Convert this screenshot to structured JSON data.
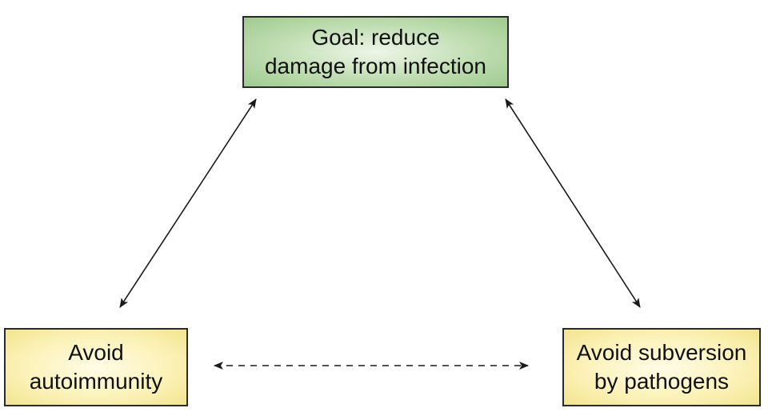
{
  "diagram": {
    "nodes": {
      "goal": {
        "line1": "Goal: reduce",
        "line2": "damage from infection",
        "fill": "#bfddb1"
      },
      "autoimmunity": {
        "line1": "Avoid",
        "line2": "autoimmunity",
        "fill": "#fbf1b6"
      },
      "subversion": {
        "line1": "Avoid subversion",
        "line2": "by pathogens",
        "fill": "#fbf1b6"
      }
    },
    "edges": [
      {
        "from": "goal",
        "to": "autoimmunity",
        "style": "solid",
        "direction": "both"
      },
      {
        "from": "goal",
        "to": "subversion",
        "style": "solid",
        "direction": "both"
      },
      {
        "from": "autoimmunity",
        "to": "subversion",
        "style": "dashed",
        "direction": "both"
      }
    ]
  }
}
